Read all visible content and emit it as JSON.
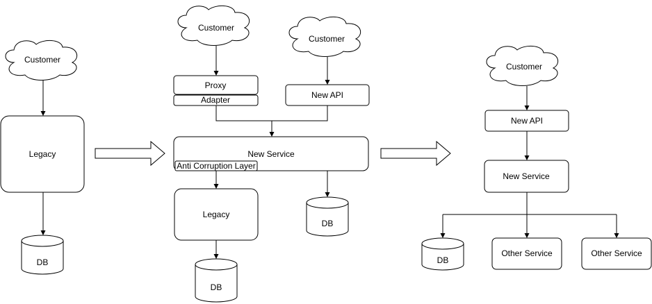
{
  "stage1": {
    "customer": "Customer",
    "legacy": "Legacy",
    "db": "DB"
  },
  "stage2": {
    "customer_proxy": "Customer",
    "customer_api": "Customer",
    "proxy": "Proxy",
    "adapter": "Adapter",
    "new_api": "New API",
    "new_service": "New Service",
    "anti_corruption_layer": "Anti Corruption Layer",
    "legacy": "Legacy",
    "legacy_db": "DB",
    "service_db": "DB"
  },
  "stage3": {
    "customer": "Customer",
    "new_api": "New API",
    "new_service": "New Service",
    "db": "DB",
    "other_service_1": "Other Service",
    "other_service_2": "Other Service"
  }
}
